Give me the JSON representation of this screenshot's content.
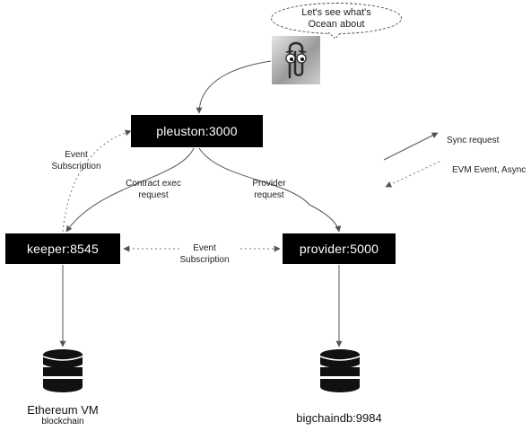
{
  "bubble": {
    "line1": "Let's see what's",
    "line2": "Ocean about"
  },
  "nodes": {
    "pleuston": "pleuston:3000",
    "keeper": "keeper:8545",
    "provider": "provider:5000"
  },
  "edge_labels": {
    "event_sub_left": [
      "Event",
      "Subscription"
    ],
    "contract_exec": [
      "Contract exec",
      "request"
    ],
    "provider_request": [
      "Provider",
      "request"
    ],
    "event_sub_middle": [
      "Event",
      "Subscription"
    ]
  },
  "legend": {
    "sync": "Sync request",
    "evm": "EVM Event, Async"
  },
  "databases": {
    "ethereum": {
      "name": "Ethereum VM",
      "sub": "blockchain"
    },
    "bigchain": {
      "name": "bigchaindb:9984"
    }
  },
  "icons": [
    "clippy-paperclip-icon",
    "database-icon"
  ]
}
